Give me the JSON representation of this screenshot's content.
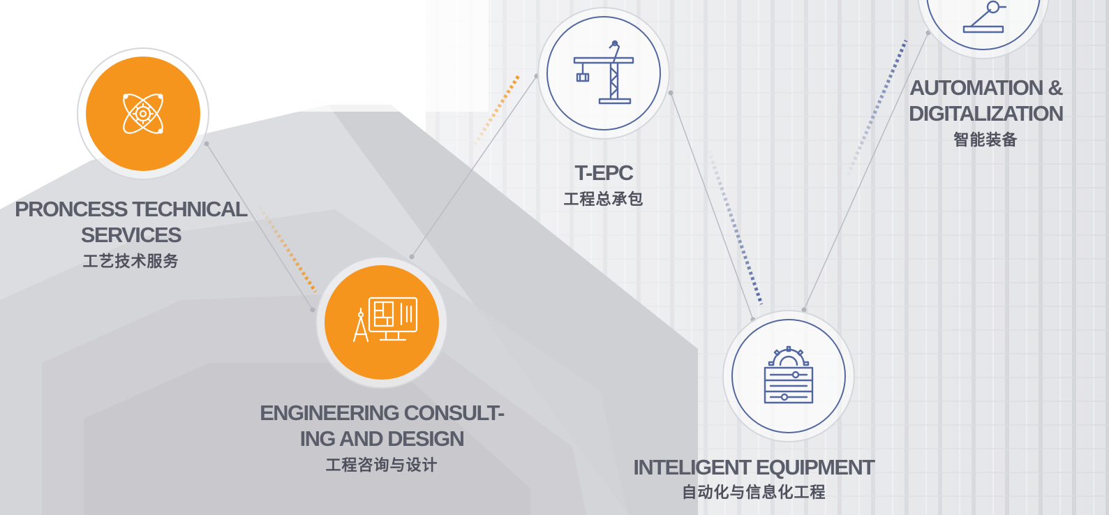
{
  "nodes": [
    {
      "id": "process-technical-services",
      "title_line1": "PRONCESS TECHNICAL",
      "title_line2": "SERVICES",
      "subtitle": "工艺技术服务",
      "icon": "atom-gear-icon",
      "style": "orange"
    },
    {
      "id": "engineering-consulting-design",
      "title_line1": "ENGINEERING CONSULT-",
      "title_line2": "ING AND DESIGN",
      "subtitle": "工程咨询与设计",
      "icon": "blueprint-monitor-compass-icon",
      "style": "orange"
    },
    {
      "id": "t-epc",
      "title_line1": "T-EPC",
      "subtitle": "工程总承包",
      "icon": "tower-crane-icon",
      "style": "outline"
    },
    {
      "id": "intelligent-equipment",
      "title_line1": "INTELIGENT  EQUIPMENT",
      "subtitle": "自动化与信息化工程",
      "icon": "gear-control-panel-icon",
      "style": "outline"
    },
    {
      "id": "automation-digitalization",
      "title_line1": "AUTOMATION &",
      "title_line2": "DIGITALIZATION",
      "subtitle": "智能装备",
      "icon": "robot-arm-icon",
      "style": "outline"
    }
  ],
  "colors": {
    "accent_orange": "#f6951d",
    "accent_navy": "#5267a0",
    "text_gray": "#5a5d6a",
    "connector_gray": "#b9bcc4"
  }
}
